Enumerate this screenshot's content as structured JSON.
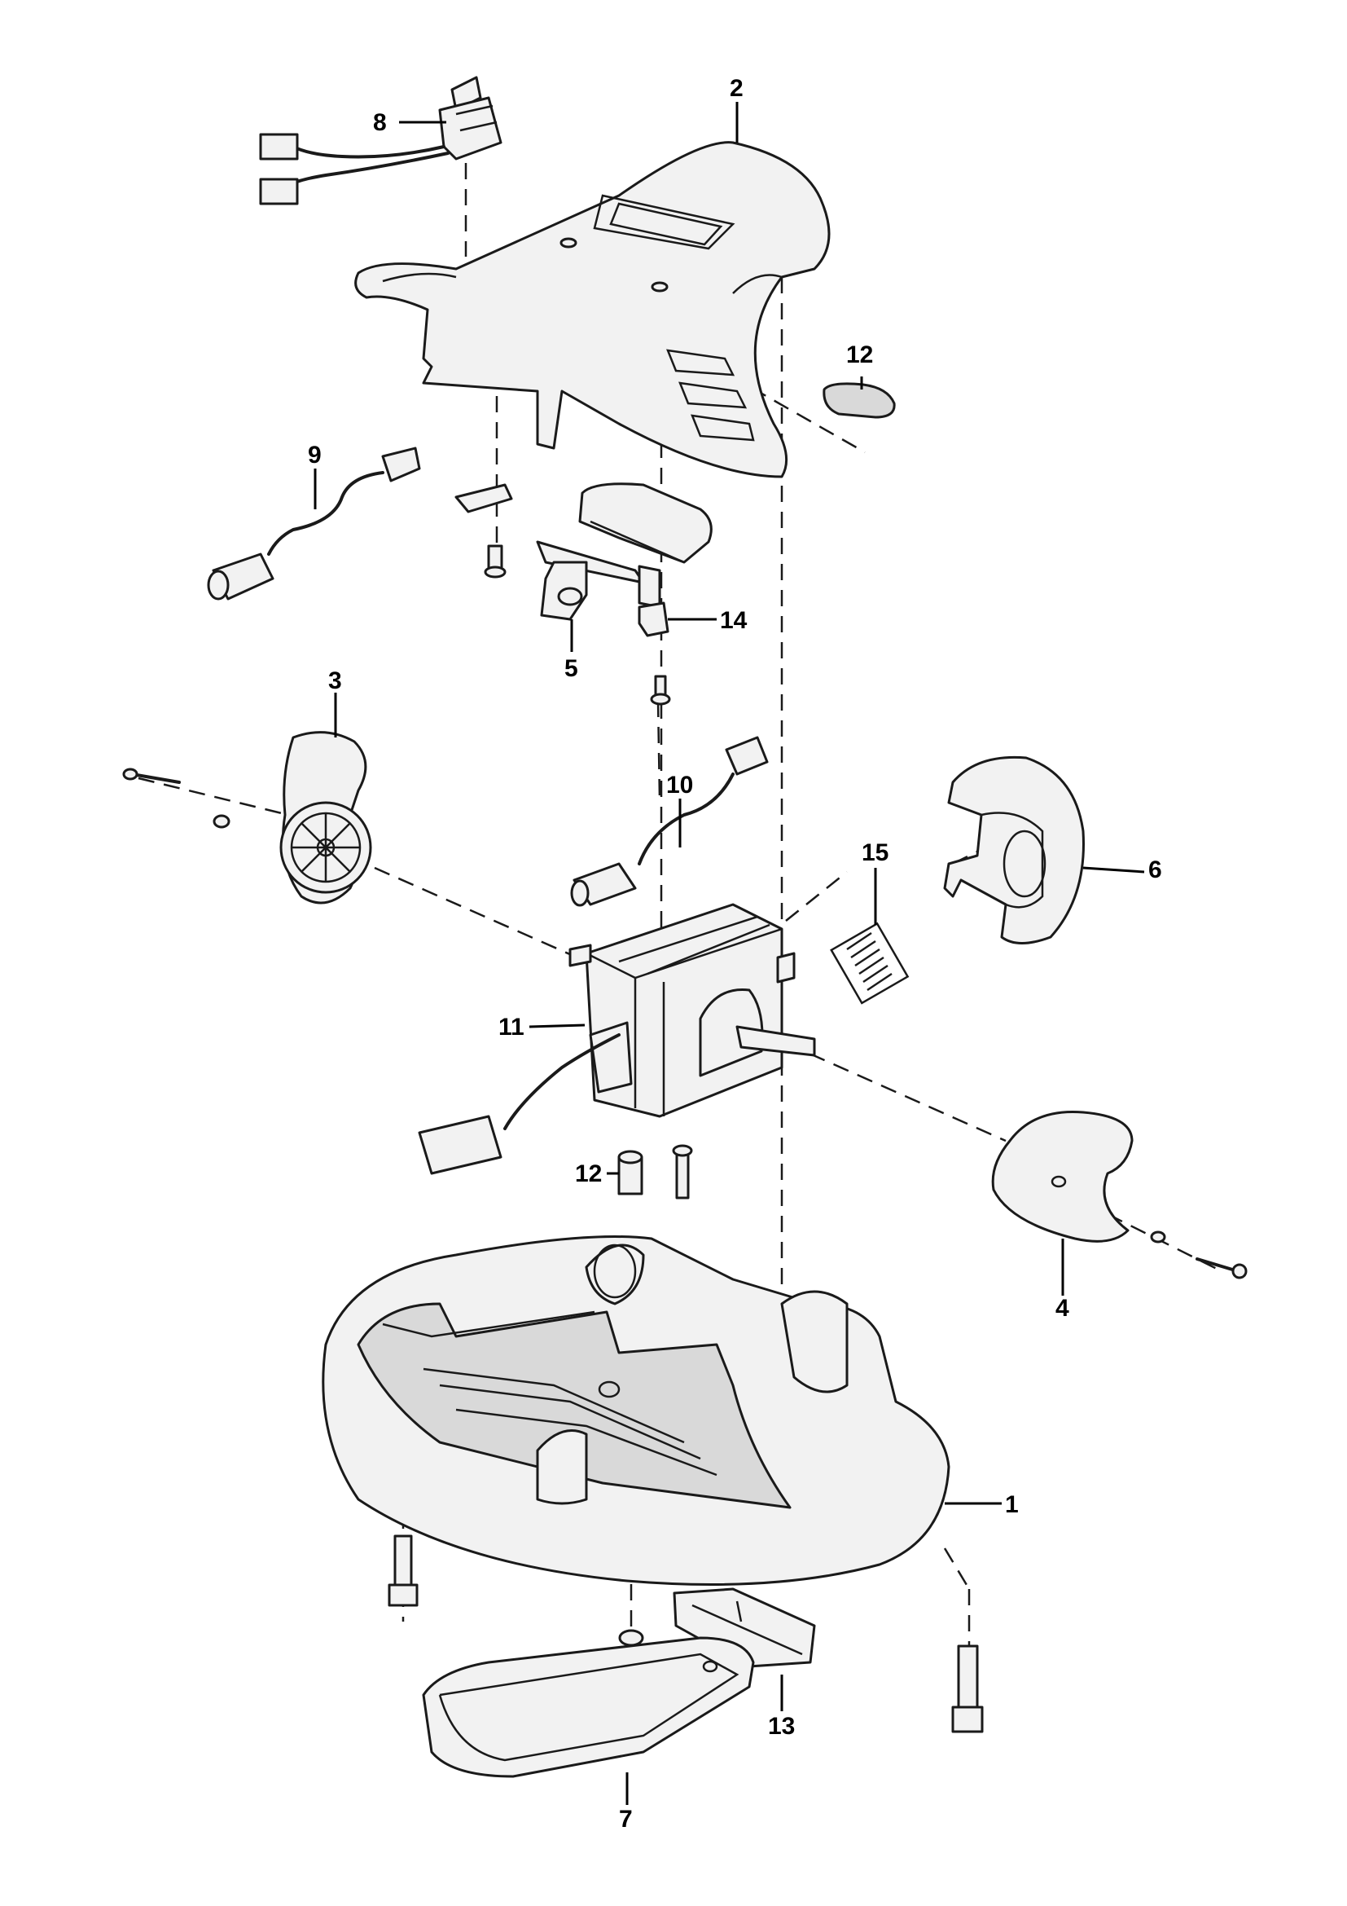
{
  "callouts": {
    "c1": "1",
    "c2": "2",
    "c3": "3",
    "c4": "4",
    "c5": "5",
    "c6": "6",
    "c7": "7",
    "c8": "8",
    "c9": "9",
    "c10": "10",
    "c11": "11",
    "c12a": "12",
    "c12b": "12",
    "c13": "13",
    "c14": "14",
    "c15": "15"
  },
  "colors": {
    "line": "#1a1a1a",
    "fill": "#f2f2f2",
    "background": "#ffffff"
  }
}
